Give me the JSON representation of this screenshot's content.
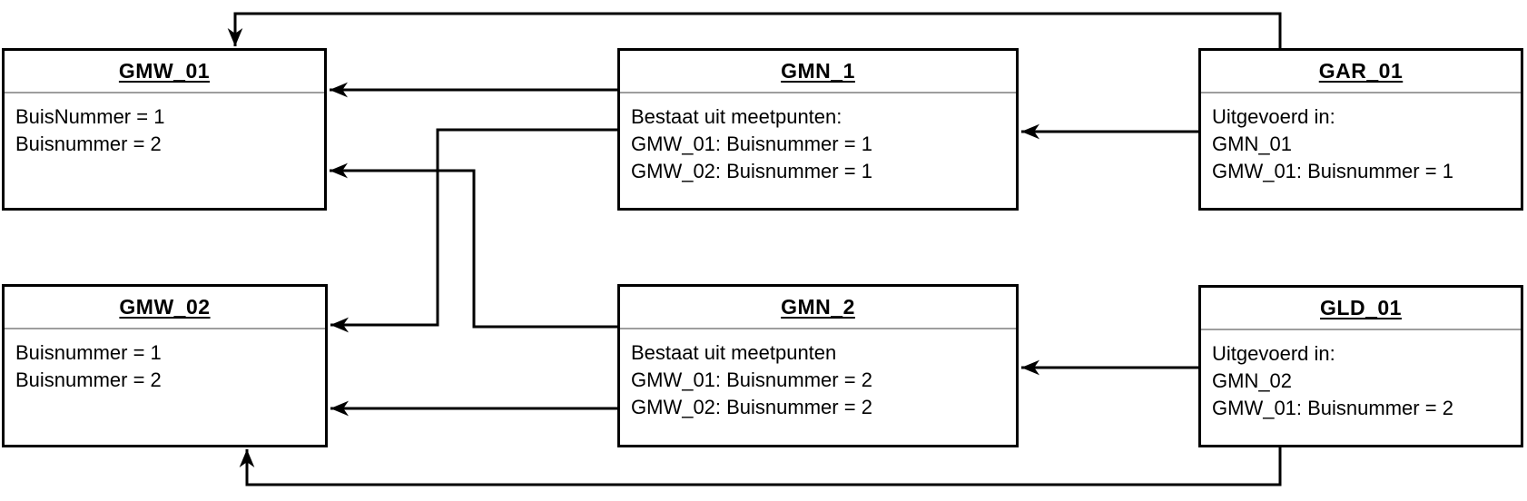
{
  "diagram": {
    "nodes": [
      {
        "id": "GMW_01",
        "title": "GMW_01",
        "lines": [
          "BuisNummer = 1",
          "Buisnummer = 2"
        ]
      },
      {
        "id": "GMN_1",
        "title": "GMN_1",
        "lines": [
          "Bestaat uit meetpunten:",
          "GMW_01: Buisnummer = 1",
          "GMW_02: Buisnummer = 1"
        ]
      },
      {
        "id": "GAR_01",
        "title": "GAR_01",
        "lines": [
          "Uitgevoerd in:",
          "GMN_01",
          "GMW_01: Buisnummer = 1"
        ]
      },
      {
        "id": "GMW_02",
        "title": "GMW_02",
        "lines": [
          "Buisnummer = 1",
          "Buisnummer = 2"
        ]
      },
      {
        "id": "GMN_2",
        "title": "GMN_2",
        "lines": [
          "Bestaat uit meetpunten",
          "GMW_01: Buisnummer = 2",
          "GMW_02: Buisnummer = 2"
        ]
      },
      {
        "id": "GLD_01",
        "title": "GLD_01",
        "lines": [
          "Uitgevoerd in:",
          "GMN_02",
          "GMW_01: Buisnummer = 2"
        ]
      }
    ],
    "edges": [
      {
        "from": "GMN_1",
        "to": "GMW_01",
        "route": "straight-left"
      },
      {
        "from": "GMN_1",
        "to": "GMW_02",
        "route": "left-down-left"
      },
      {
        "from": "GMN_2",
        "to": "GMW_01",
        "route": "left-up-left"
      },
      {
        "from": "GMN_2",
        "to": "GMW_02",
        "route": "straight-left"
      },
      {
        "from": "GAR_01",
        "to": "GMN_1",
        "route": "straight-left"
      },
      {
        "from": "GAR_01",
        "to": "GMW_01",
        "route": "over-the-top"
      },
      {
        "from": "GLD_01",
        "to": "GMN_2",
        "route": "straight-left"
      },
      {
        "from": "GLD_01",
        "to": "GMW_02",
        "route": "under-the-bottom"
      }
    ],
    "colors": {
      "border": "#000000",
      "separator": "#9e9e9e",
      "background": "#ffffff",
      "text": "#000000",
      "arrow": "#000000"
    }
  }
}
